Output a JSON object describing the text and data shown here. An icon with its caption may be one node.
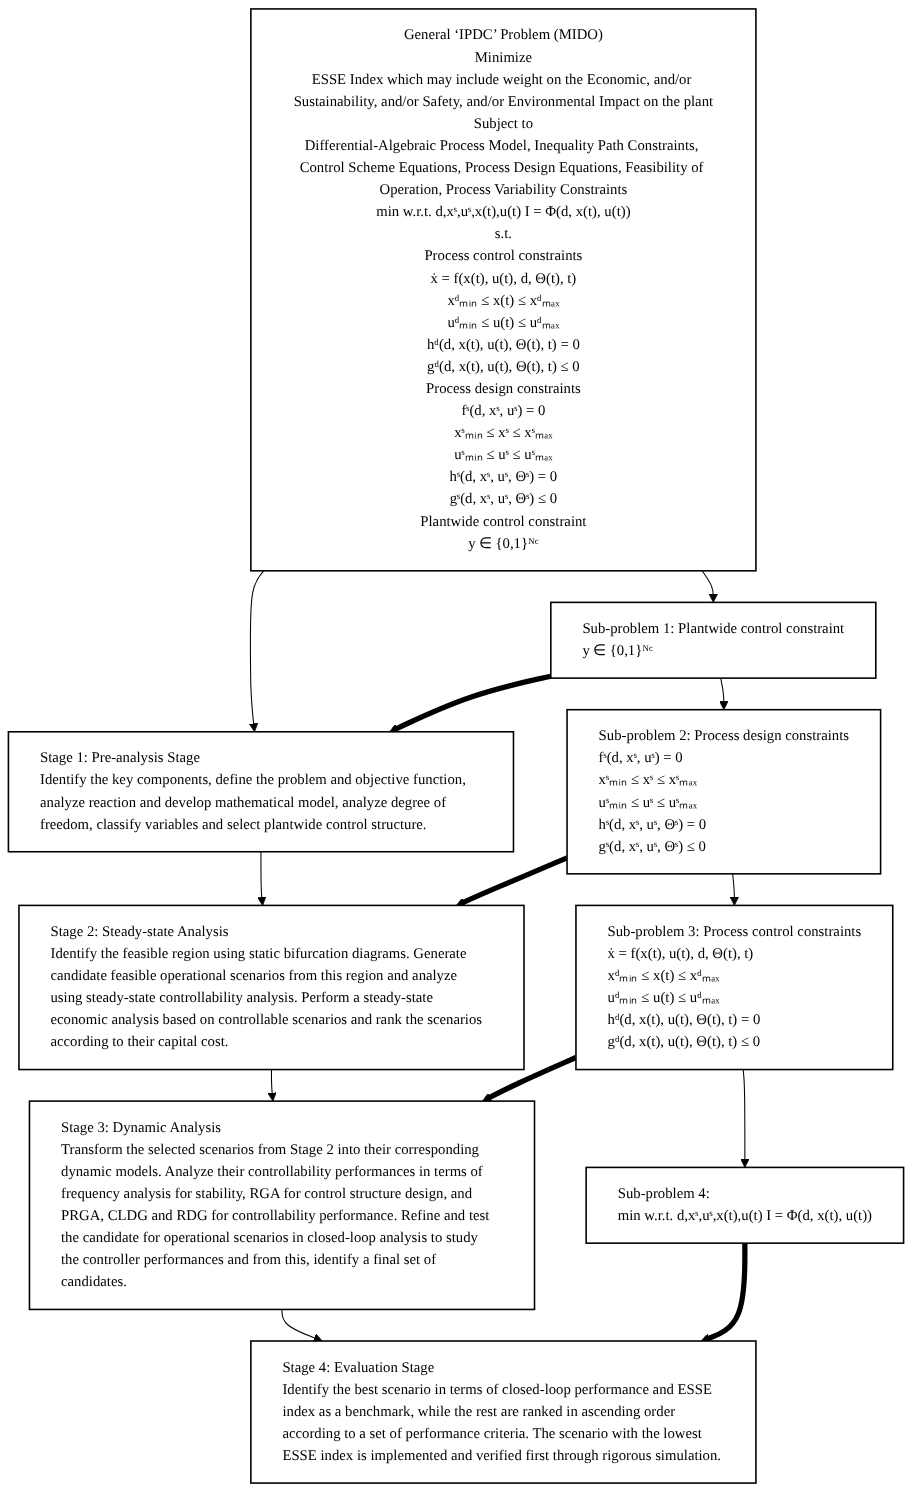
{
  "diagram": {
    "nodes": [
      {
        "text": [
          "General ‘IPDC’ Problem (MIDO)",
          "Minimize",
          "ESSE Index which may include weight on the Economic, and/or Sustainability, and/or Safety, and/or Environmental Impact on the plant",
          "Subject to",
          "Differential-Algebraic Process Model, Inequality Path Constraints, Control Scheme Equations, Process Design Equations, Feasibility of Operation, Process Variability Constraints",
          "min w.r.t. d,xˢ,uˢ,x(t),u(t) I = Φ(d, x(t), u(t))",
          "s.t.",
          "Process control constraints",
          "ẋ = f(x(t), u(t), d, Θ(t), t)",
          "xᵈₘᵢₙ ≤ x(t) ≤ xᵈₘₐₓ",
          "uᵈₘᵢₙ ≤ u(t) ≤ uᵈₘₐₓ",
          "hᵈ(d, x(t), u(t), Θ(t), t) = 0",
          "gᵈ(d, x(t), u(t), Θ(t), t) ≤ 0",
          "Process design constraints",
          "fˢ(d, xˢ, uˢ) = 0",
          "xˢₘᵢₙ ≤ xˢ ≤ xˢₘₐₓ",
          "uˢₘᵢₙ ≤ uˢ ≤ uˢₘₐₓ",
          "hˢ(d, xˢ, uˢ, Θˢ) = 0",
          "gˢ(d, xˢ, uˢ, Θˢ) ≤ 0",
          "Plantwide control constraint",
          "y ∈ {0,1}ᴺᶜ"
        ]
      },
      {
        "text": [
          "Sub-problem 1: Plantwide control constraint",
          "y ∈ {0,1}ᴺᶜ"
        ]
      },
      {
        "text": [
          "Stage 1: Pre-analysis Stage",
          "Identify the key components, define the problem and objective function, analyze reaction and develop mathematical model, analyze degree of freedom, classify variables and select plantwide control structure."
        ]
      },
      {
        "text": [
          "Sub-problem 2: Process design constraints",
          "fˢ(d, xˢ, uˢ) = 0",
          "xˢₘᵢₙ ≤ xˢ ≤ xˢₘₐₓ",
          "uˢₘᵢₙ ≤ uˢ ≤ uˢₘₐₓ",
          "hˢ(d, xˢ, uˢ, Θˢ) = 0",
          "gˢ(d, xˢ, uˢ, Θˢ) ≤ 0"
        ]
      },
      {
        "text": [
          "Stage 2: Steady-state Analysis",
          "Identify the feasible region using static bifurcation diagrams. Generate candidate feasible operational scenarios from this region and analyze using steady-state controllability analysis. Perform a steady-state economic analysis based on controllable scenarios and rank the scenarios according to their capital cost."
        ]
      },
      {
        "text": [
          "Sub-problem 3: Process control constraints",
          "ẋ = f(x(t), u(t), d, Θ(t), t)",
          "xᵈₘᵢₙ ≤ x(t) ≤ xᵈₘₐₓ",
          "uᵈₘᵢₙ ≤ u(t) ≤ uᵈₘₐₓ",
          "hᵈ(d, x(t), u(t), Θ(t), t) = 0",
          "gᵈ(d, x(t), u(t), Θ(t), t) ≤ 0"
        ]
      },
      {
        "text": [
          "Stage 3: Dynamic Analysis",
          "Transform the selected scenarios from Stage 2 into their corresponding dynamic models. Analyze their controllability performances in terms of frequency analysis for stability, RGA for control structure design, and PRGA, CLDG and RDG for controllability performance. Refine and test the candidate for operational scenarios in closed-loop analysis to study the controller performances and from this, identify a final set of candidates."
        ]
      },
      {
        "text": [
          "Sub-problem 4:",
          "min w.r.t. d,xˢ,uˢ,x(t),u(t) I = Φ(d, x(t), u(t))"
        ]
      },
      {
        "text": [
          "Stage 4: Evaluation Stage",
          "Identify the best scenario in terms of closed-loop performance and ESSE index as a benchmark, while the rest are ranked in ascending order according to a set of performance criteria. The scenario with the lowest ESSE index is implemented and verified first through rigorous simulation."
        ]
      }
    ],
    "edges": [
      {
        "from": 0,
        "to": 1,
        "arrow": "to"
      },
      {
        "from": 0,
        "to": 2,
        "arrow": "to"
      },
      {
        "from": 1,
        "to": 2,
        "arrow": "to",
        "style": "thick"
      },
      {
        "from": 1,
        "to": 3,
        "arrow": "to"
      },
      {
        "from": 2,
        "to": 4,
        "arrow": "to"
      },
      {
        "from": 3,
        "to": 4,
        "arrow": "to",
        "style": "thick"
      },
      {
        "from": 3,
        "to": 5,
        "arrow": "to"
      },
      {
        "from": 4,
        "to": 6,
        "arrow": "to"
      },
      {
        "from": 5,
        "to": 6,
        "arrow": "to",
        "style": "thick"
      },
      {
        "from": 5,
        "to": 7,
        "arrow": "to"
      },
      {
        "from": 6,
        "to": 8,
        "arrow": "to"
      },
      {
        "from": 7,
        "to": 8,
        "arrow": "to",
        "style": "thick"
      }
    ]
  }
}
